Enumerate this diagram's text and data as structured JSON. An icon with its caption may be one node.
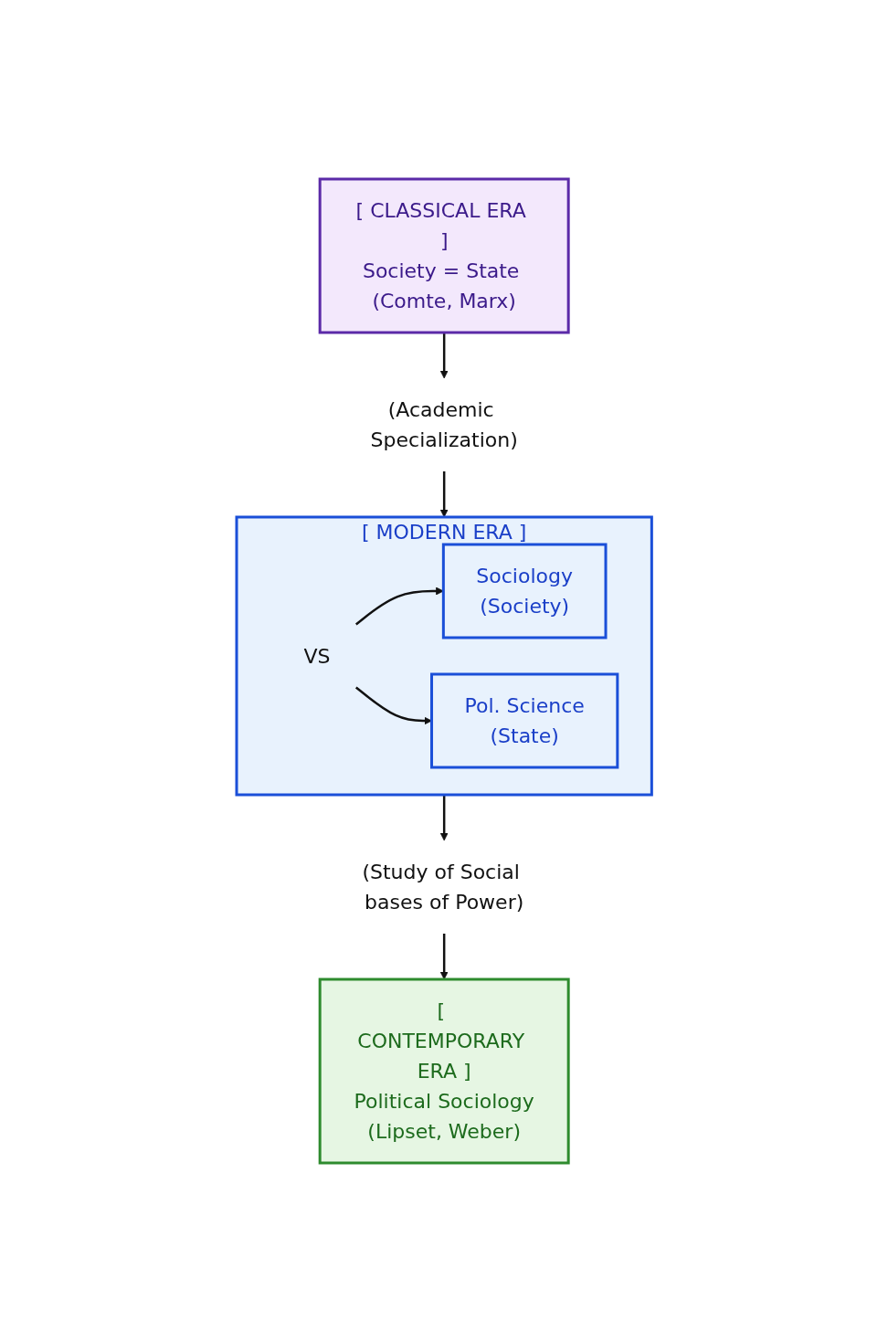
{
  "diagram": {
    "nodes": [
      {
        "text": [
          "[ CLASSICAL ERA ]",
          "Society = State (Comte, Marx)"
        ]
      },
      {
        "text": [
          "(Academic Specialization)"
        ]
      },
      {
        "text": [
          "[ MODERN ERA ]"
        ]
      },
      {
        "text": [
          "Sociology",
          "(Society)"
        ],
        "in": 2
      },
      {
        "text": [
          "VS"
        ],
        "in": 2
      },
      {
        "text": [
          "Pol. Science",
          "(State)"
        ],
        "in": 2
      },
      {
        "text": [
          "(Study of Social bases of Power)"
        ]
      },
      {
        "text": [
          "[ CONTEMPORARY ERA ]",
          "Political Sociology",
          "(Lipset, Weber)"
        ]
      }
    ],
    "edges": [
      {
        "from": 0,
        "to": 1,
        "arrow": "to"
      },
      {
        "from": 1,
        "to": 2,
        "arrow": "to"
      },
      {
        "from": 4,
        "to": 3,
        "arrow": "to"
      },
      {
        "from": 4,
        "to": 5,
        "arrow": "to"
      },
      {
        "from": 2,
        "to": 6,
        "arrow": "to"
      },
      {
        "from": 6,
        "to": 7,
        "arrow": "to"
      }
    ]
  }
}
